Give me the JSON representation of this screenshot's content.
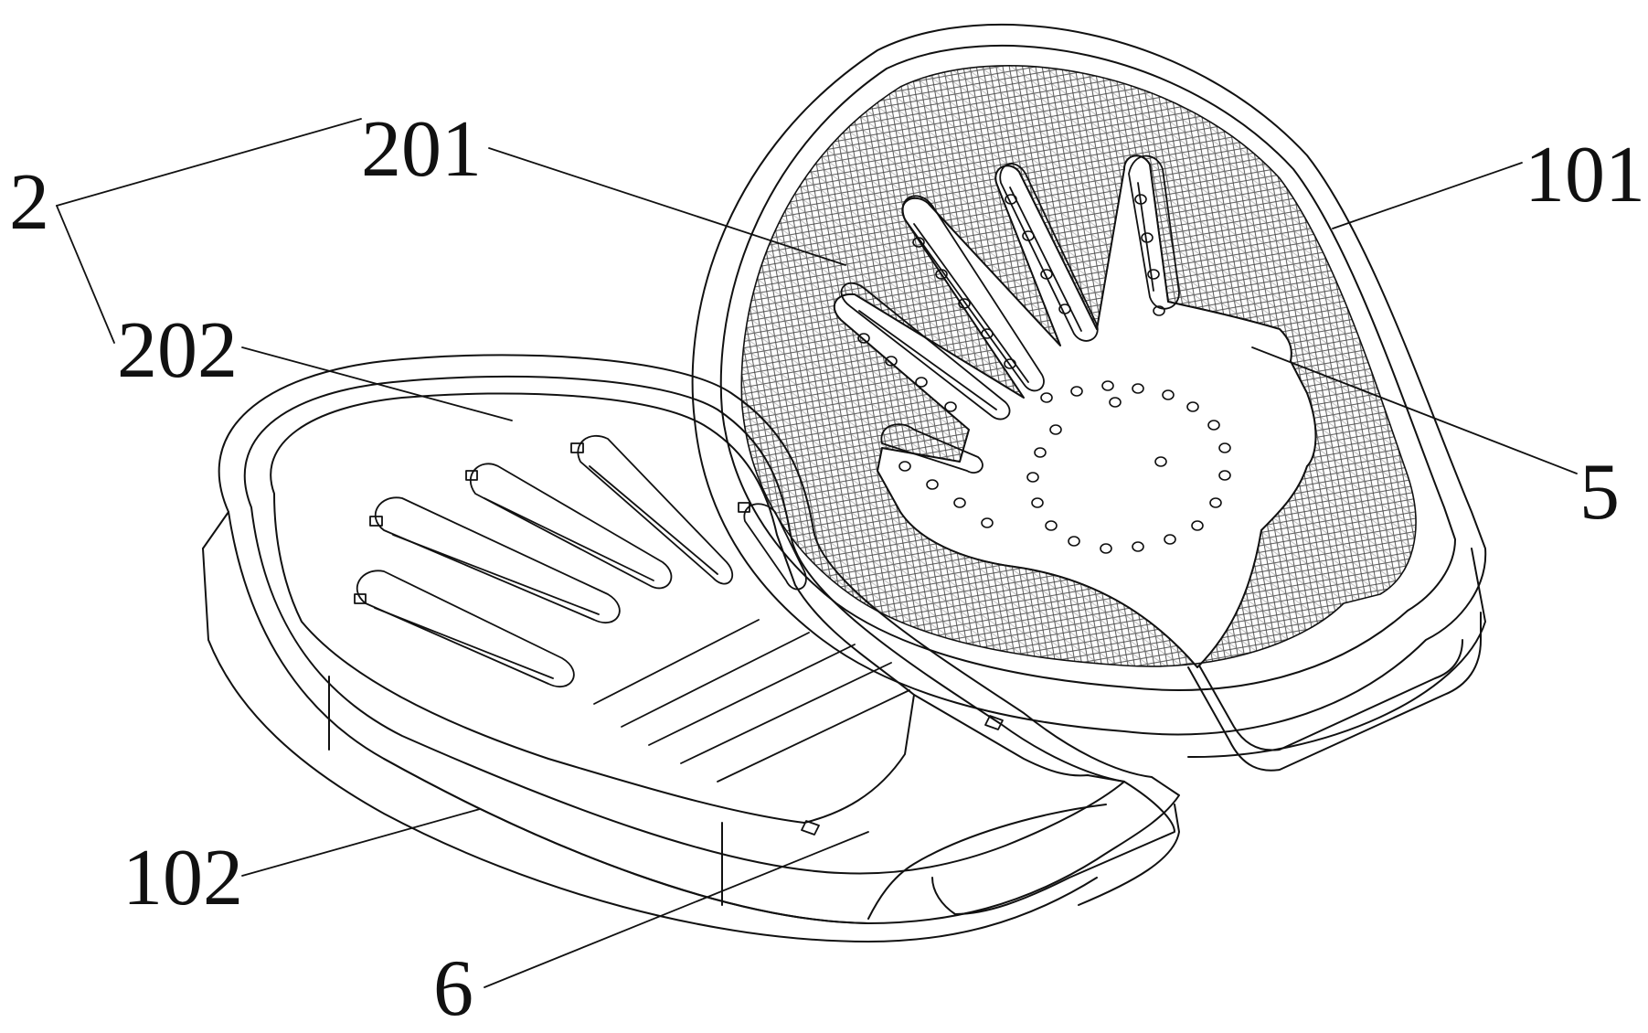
{
  "callouts": {
    "label_2": "2",
    "label_201": "201",
    "label_202": "202",
    "label_101": "101",
    "label_5": "5",
    "label_102": "102",
    "label_6": "6"
  },
  "colors": {
    "ink": "#111111",
    "background": "#ffffff"
  }
}
